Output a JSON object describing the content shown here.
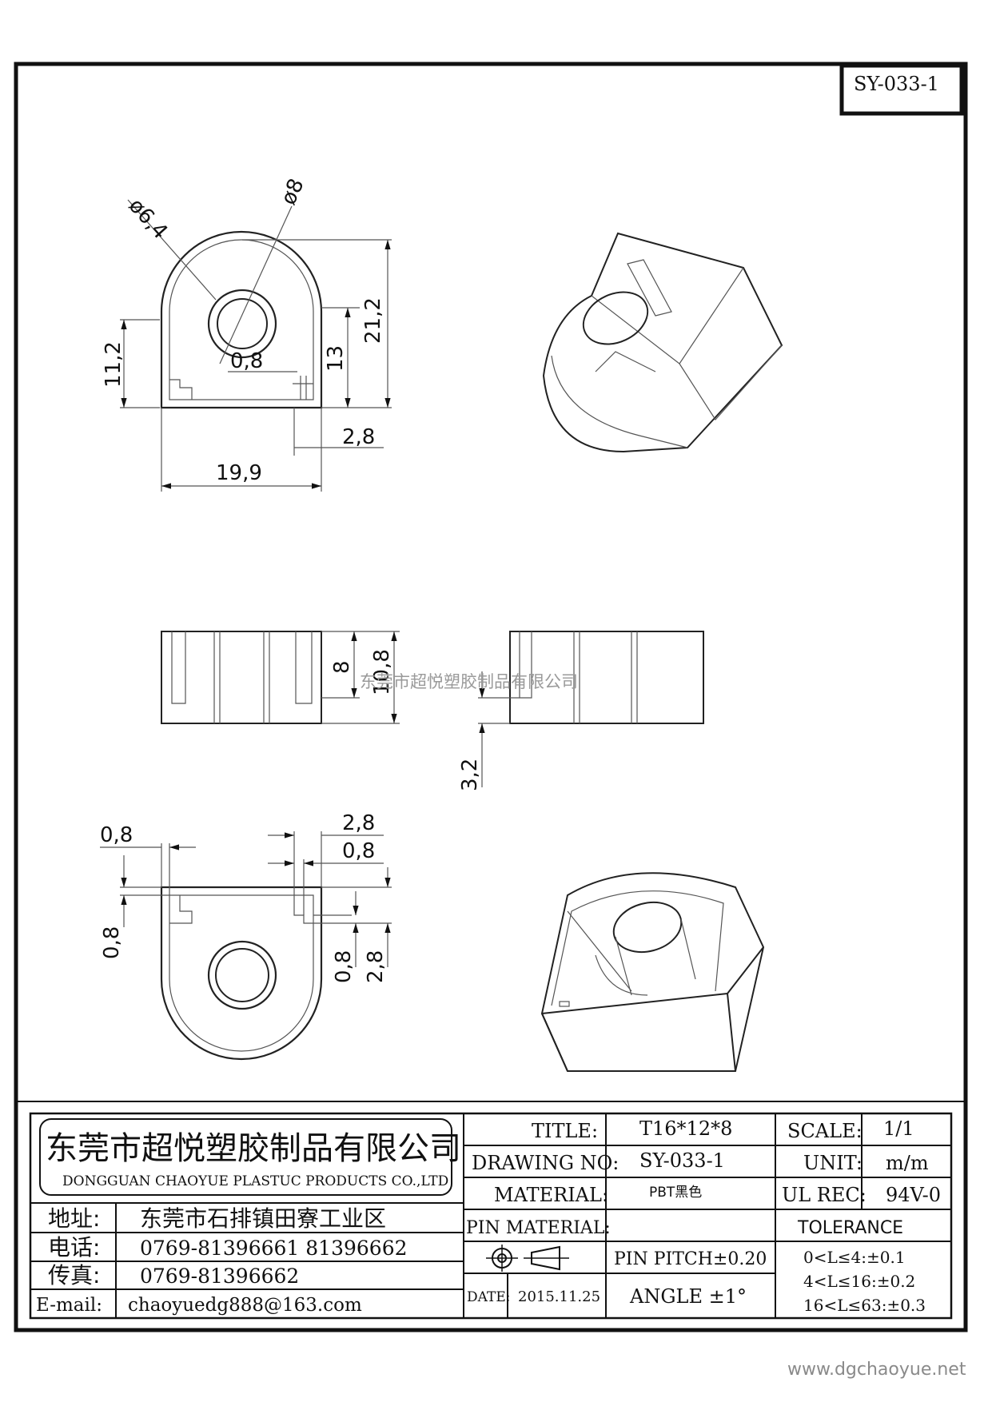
{
  "drawing_id": "SY-033-1",
  "dimensions": {
    "phi_inner": "ø6,4",
    "phi_outer": "ø8",
    "height_total": "21,2",
    "height_side": "11,2",
    "height_13": "13",
    "wall": "0,8",
    "slot_width": "2,8",
    "width": "19,9",
    "side_height": "10,8",
    "side_8": "8",
    "offset_3_2": "3,2",
    "bottom_0_8_a": "0,8",
    "bottom_2_8": "2,8",
    "bottom_0_8_b": "0,8",
    "bottom_0_8_left": "0,8",
    "bottom_0_8_right": "0,8",
    "bottom_2_8_right": "2,8"
  },
  "watermark": "东莞市超悦塑胶制品有限公司",
  "title_block": {
    "company_cn": "东莞市超悦塑胶制品有限公司",
    "company_en": "DONGGUAN CHAOYUE PLASTUC PRODUCTS CO.,LTD",
    "address_label": "地址:",
    "address": "东莞市石排镇田寮工业区",
    "phone_label": "电话:",
    "phone": "0769-81396661   81396662",
    "fax_label": "传真:",
    "fax": "0769-81396662",
    "email_label": "E-mail:",
    "email": "chaoyuedg888@163.com",
    "title_label": "TITLE:",
    "title_value": "T16*12*8",
    "drawing_no_label": "DRAWING NO:",
    "drawing_no_value": "SY-033-1",
    "material_label": "MATERIAL:",
    "material_value": "PBT黑色",
    "pin_material_label": "PIN MATERIAL:",
    "pin_material_value": "",
    "pin_pitch": "PIN PITCH±0.20",
    "angle": "ANGLE  ±1°",
    "date_label": "DATE:",
    "date_value": "2015.11.25",
    "scale_label": "SCALE:",
    "scale_value": "1/1",
    "unit_label": "UNIT:",
    "unit_value": "m/m",
    "ul_label": "UL REC:",
    "ul_value": "94V-0",
    "tolerance_label": "TOLERANCE",
    "tol_1": "0<L≤4:±0.1",
    "tol_2": "4<L≤16:±0.2",
    "tol_3": "16<L≤63:±0.3"
  },
  "website": "www.dgchaoyue.net"
}
